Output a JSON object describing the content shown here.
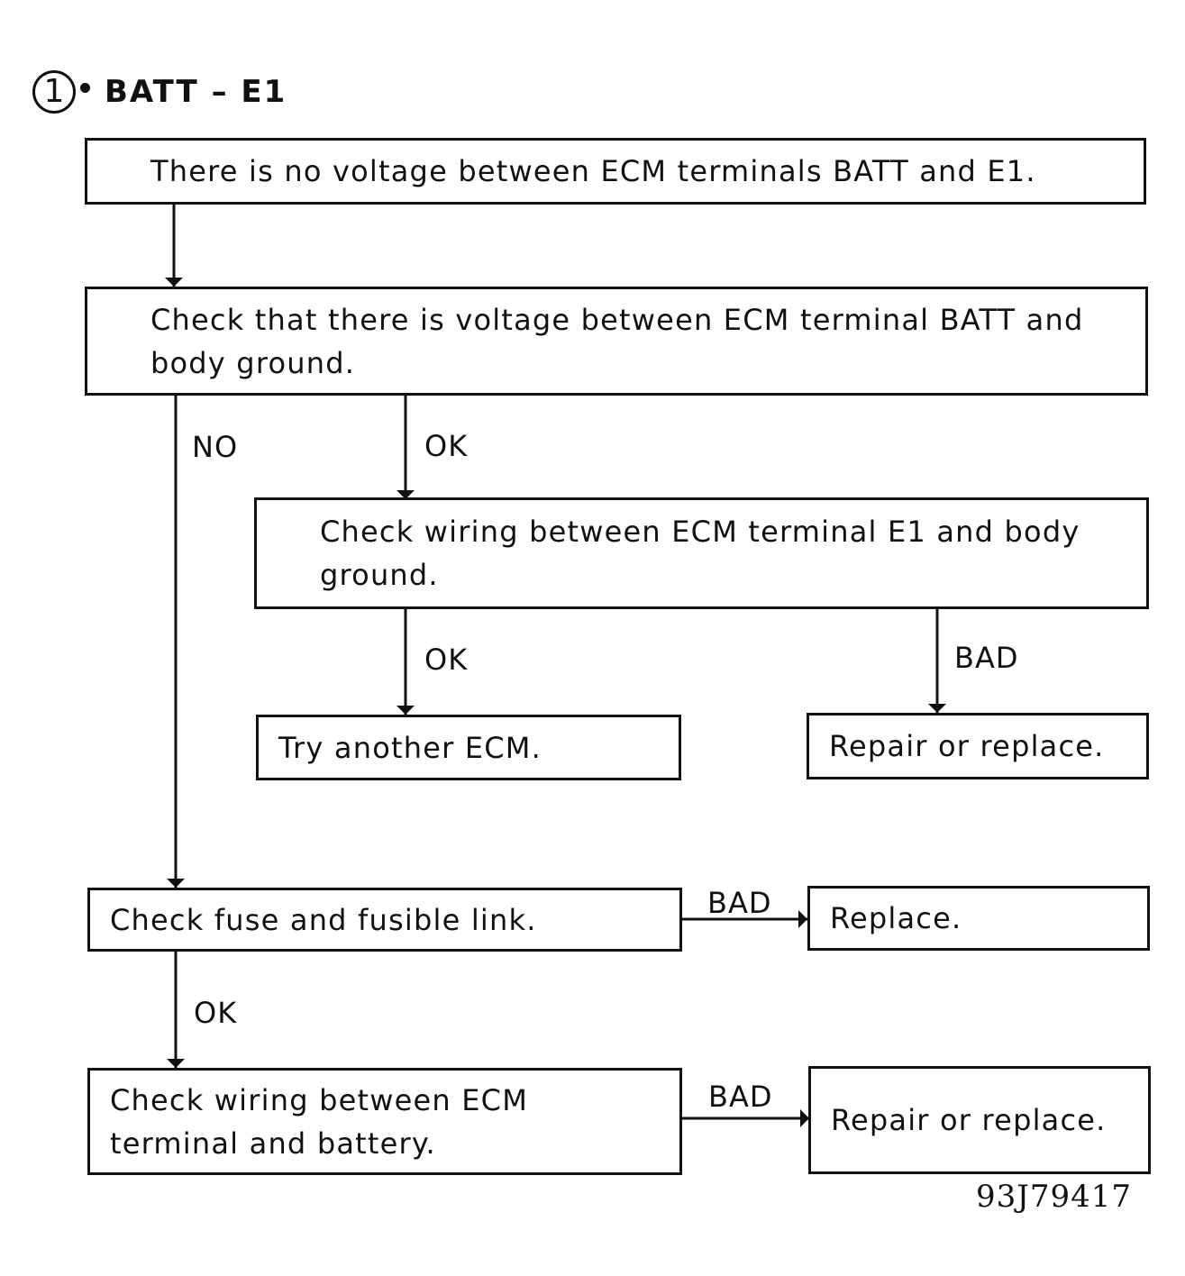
{
  "heading": {
    "number": "1",
    "title": "BATT – E1"
  },
  "boxes": {
    "start": "There is no voltage between ECM terminals BATT and E1.",
    "check_batt_ground": "Check that there is voltage between ECM terminal BATT and body ground.",
    "check_e1_wiring": "Check wiring between ECM terminal E1 and body ground.",
    "try_another_ecm": "Try another ECM.",
    "repair_replace_1": "Repair or replace.",
    "check_fuse": "Check fuse and fusible link.",
    "replace": "Replace.",
    "check_wiring_battery": "Check wiring between ECM terminal and battery.",
    "repair_replace_2": "Repair or replace."
  },
  "labels": {
    "no": "NO",
    "ok_1": "OK",
    "ok_2": "OK",
    "bad_1": "BAD",
    "bad_2": "BAD",
    "ok_3": "OK",
    "bad_3": "BAD"
  },
  "figure_id": "93J79417"
}
